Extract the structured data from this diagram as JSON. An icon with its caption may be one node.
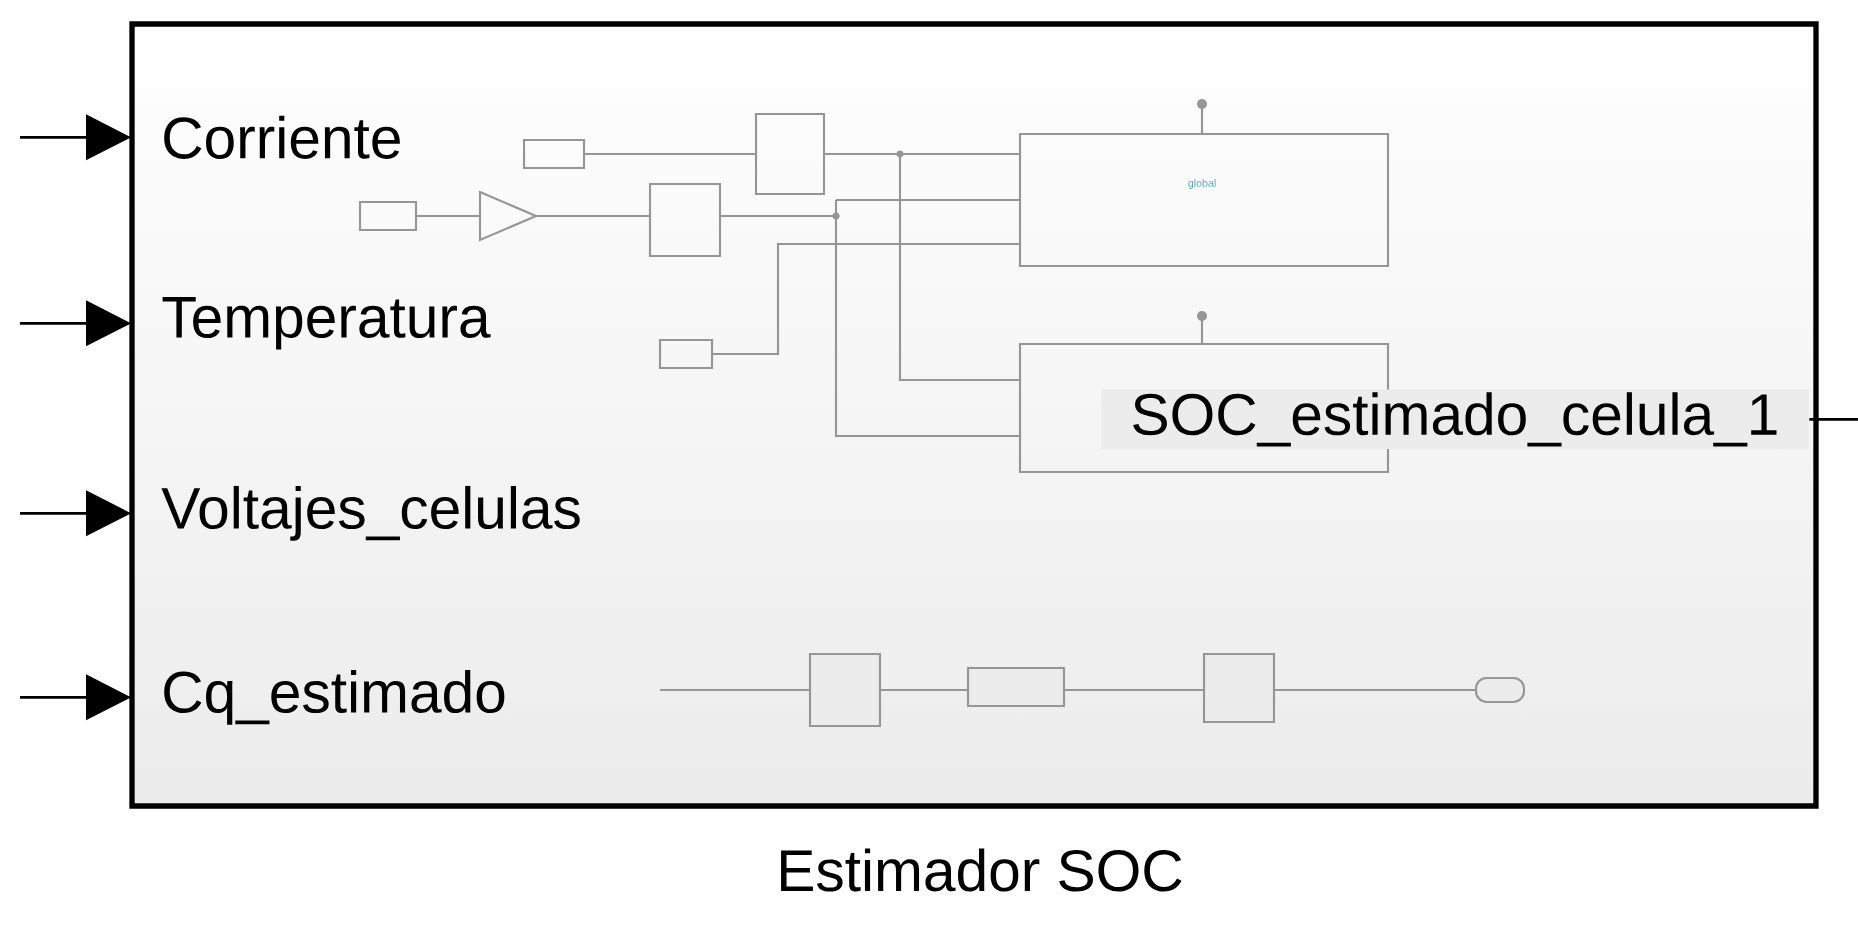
{
  "diagram": {
    "nodes": [
      {
        "text": [
          "Estimador  SOC"
        ]
      },
      {
        "text": [
          "Corriente"
        ],
        "in": 0
      },
      {
        "text": [
          "Temperatura"
        ],
        "in": 0
      },
      {
        "text": [
          "Voltajes_celulas"
        ],
        "in": 0
      },
      {
        "text": [
          "Cq_estimado"
        ],
        "in": 0
      },
      {
        "text": [
          "SOC_estimado_celula_1"
        ],
        "in": 0
      }
    ],
    "edges": [
      {
        "from": null,
        "to": 1,
        "arrow": "to"
      },
      {
        "from": null,
        "to": 2,
        "arrow": "to"
      },
      {
        "from": null,
        "to": 3,
        "arrow": "to"
      },
      {
        "from": null,
        "to": 4,
        "arrow": "to"
      },
      {
        "from": 5,
        "to": null,
        "arrow": "none"
      }
    ],
    "labels": [
      "global"
    ]
  }
}
